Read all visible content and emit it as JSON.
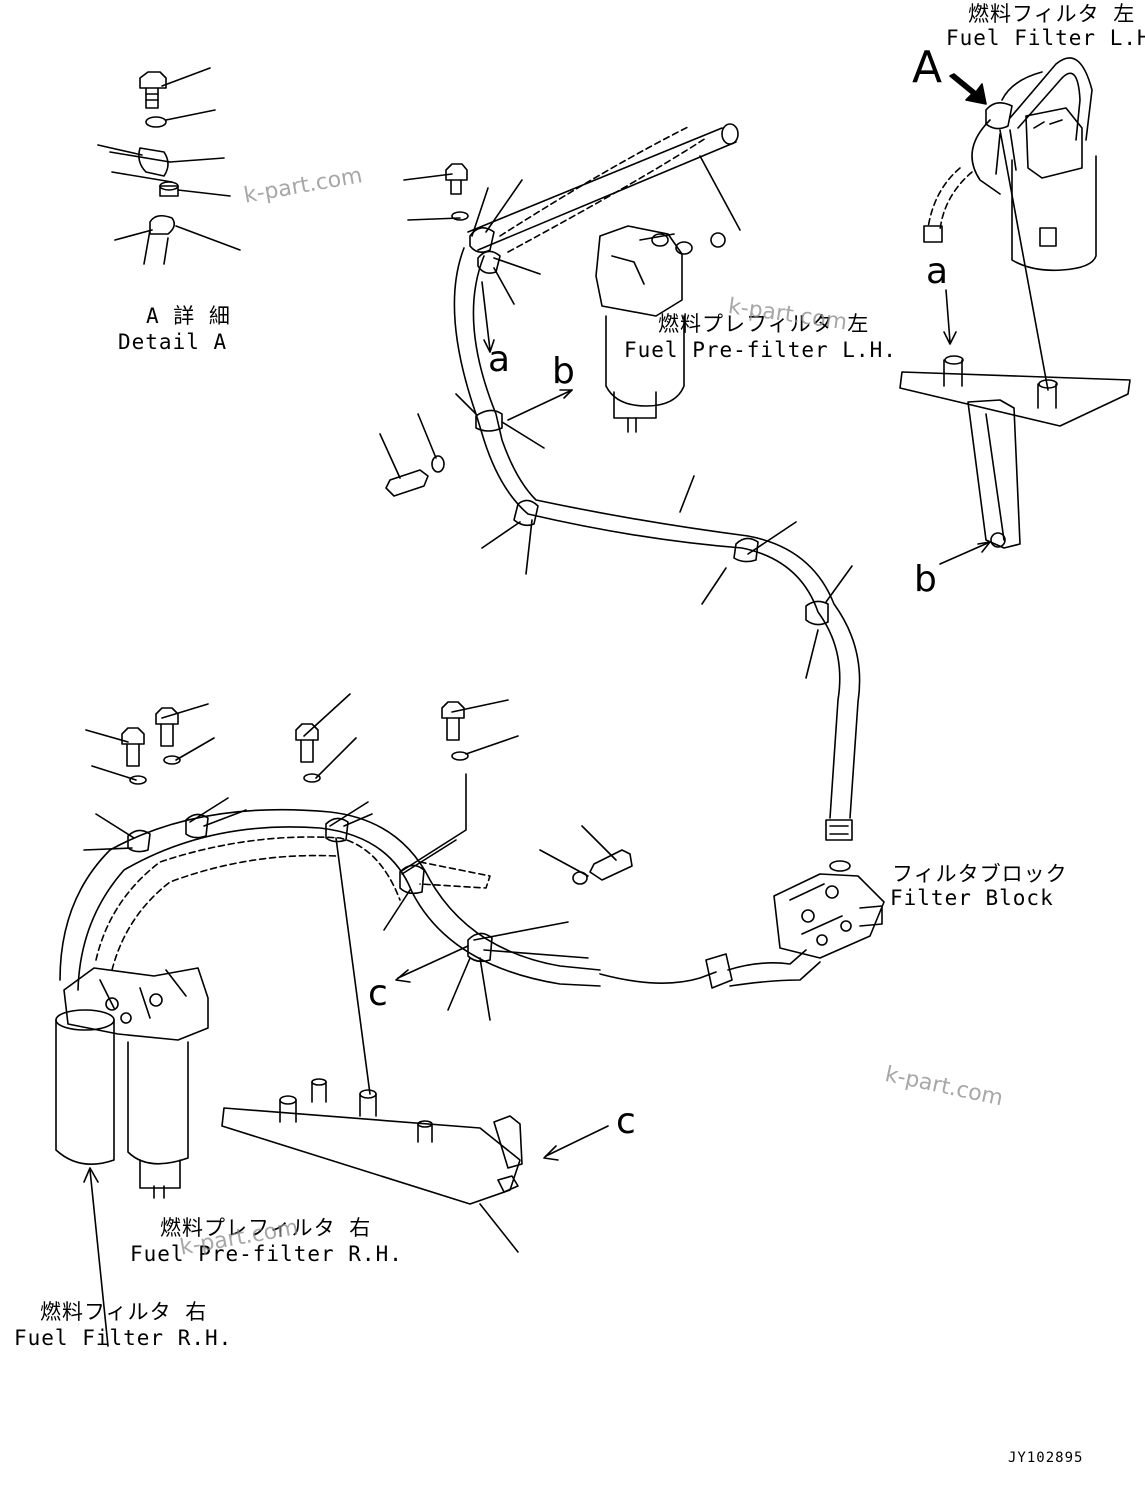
{
  "labels": {
    "fuel_filter_lh_jp": "燃料フィルタ 左",
    "fuel_filter_lh_en": "Fuel Filter L.H.",
    "fuel_prefilter_lh_jp": "燃料プレフィルタ 左",
    "fuel_prefilter_lh_en": "Fuel Pre-filter L.H.",
    "detail_a_jp": "A 詳 細",
    "detail_a_en": "Detail A",
    "filter_block_jp": "フィルタブロック",
    "filter_block_en": "Filter Block",
    "fuel_prefilter_rh_jp": "燃料プレフィルタ 右",
    "fuel_prefilter_rh_en": "Fuel Pre-filter R.H.",
    "fuel_filter_rh_jp": "燃料フィルタ 右",
    "fuel_filter_rh_en": "Fuel Filter R.H."
  },
  "refs": {
    "A": "A",
    "a_top": "a",
    "a_mid": "a",
    "b_top": "b",
    "b_right": "b",
    "c_left": "c",
    "c_right": "c"
  },
  "watermark": "k-part.com",
  "drawing_code": "JY102895"
}
